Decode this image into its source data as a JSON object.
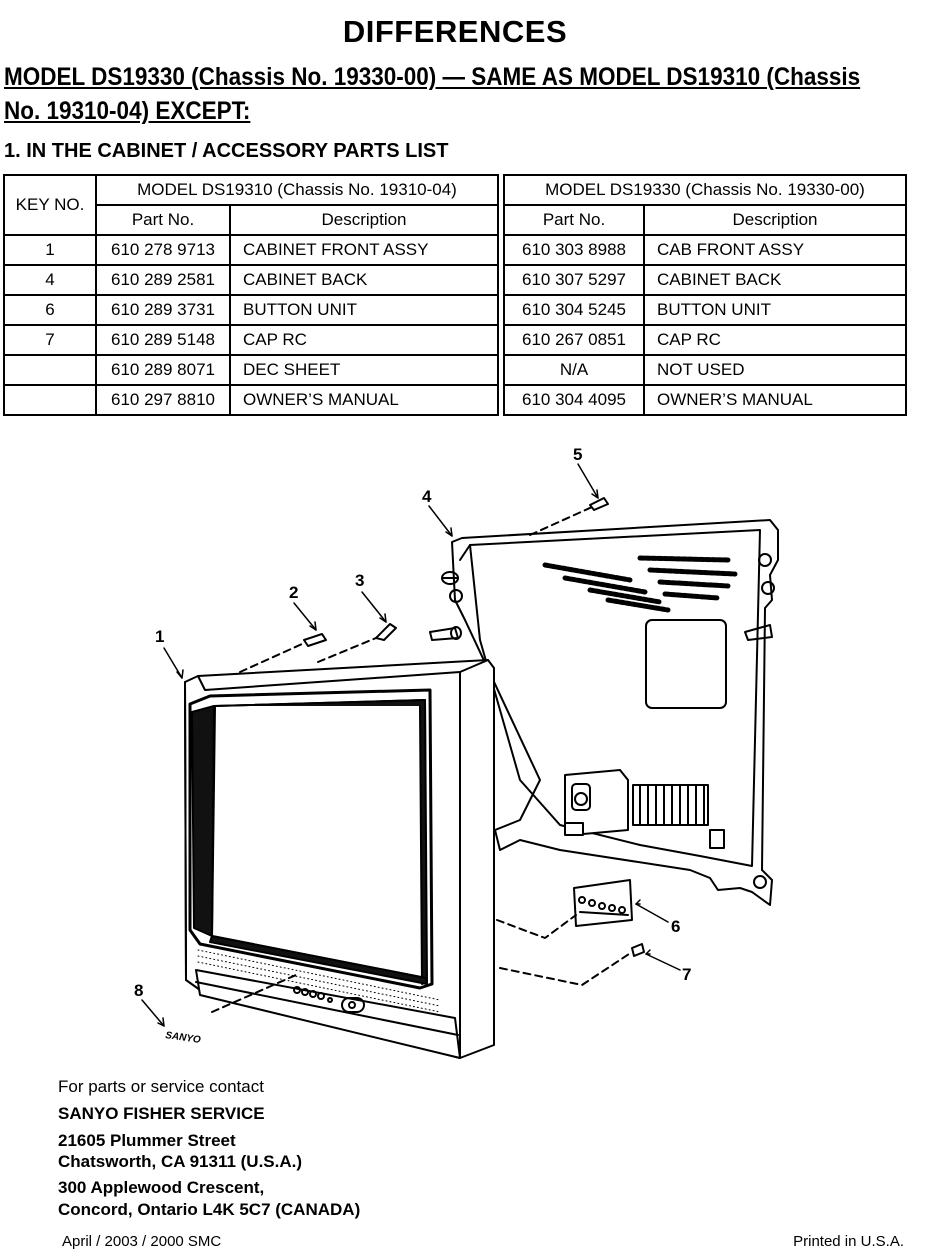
{
  "title": "DIFFERENCES",
  "subtitle_line1": "MODEL DS19330 (Chassis No. 19330-00) — SAME AS MODEL DS19310 (Chassis",
  "subtitle_line2": "No. 19310-04) EXCEPT:",
  "section_heading": "1. IN THE CABINET / ACCESSORY PARTS LIST",
  "table": {
    "key_header": "KEY NO.",
    "left_model": "MODEL DS19310 (Chassis No. 19310-04)",
    "right_model": "MODEL DS19330 (Chassis No. 19330-00)",
    "col_part": "Part No.",
    "col_desc": "Description",
    "rows": [
      {
        "key": "1",
        "l_part": "610 278 9713",
        "l_desc": "CABINET FRONT ASSY",
        "r_part": "610 303 8988",
        "r_desc": "CAB FRONT ASSY"
      },
      {
        "key": "4",
        "l_part": "610 289 2581",
        "l_desc": "CABINET BACK",
        "r_part": "610 307 5297",
        "r_desc": "CABINET BACK"
      },
      {
        "key": "6",
        "l_part": "610 289 3731",
        "l_desc": "BUTTON UNIT",
        "r_part": "610 304 5245",
        "r_desc": "BUTTON UNIT"
      },
      {
        "key": "7",
        "l_part": "610 289 5148",
        "l_desc": "CAP RC",
        "r_part": "610 267 0851",
        "r_desc": "CAP RC"
      },
      {
        "key": "",
        "l_part": "610 289 8071",
        "l_desc": "DEC SHEET",
        "r_part": "N/A",
        "r_desc": "NOT USED"
      },
      {
        "key": "",
        "l_part": "610 297 8810",
        "l_desc": "OWNER’S MANUAL",
        "r_part": "610 304 4095",
        "r_desc": "OWNER’S MANUAL"
      }
    ]
  },
  "diagram": {
    "callouts": [
      "1",
      "2",
      "3",
      "4",
      "5",
      "6",
      "7",
      "8"
    ],
    "brand_label": "SANYO"
  },
  "contact": {
    "intro": "For parts or service contact",
    "company": "SANYO FISHER SERVICE",
    "addr1_line1": "21605 Plummer Street",
    "addr1_line2": "Chatsworth, CA 91311 (U.S.A.)",
    "addr2_line1": "300 Applewood Crescent,",
    "addr2_line2": "Concord, Ontario L4K 5C7 (CANADA)"
  },
  "footer": {
    "date": "April / 2003 / 2000 SMC",
    "printed": "Printed in U.S.A."
  }
}
